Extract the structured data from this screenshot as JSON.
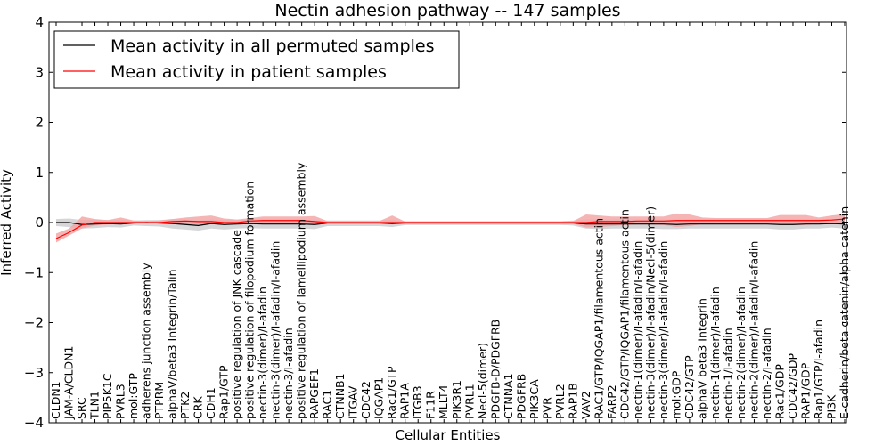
{
  "chart_data": {
    "type": "line",
    "title": "Nectin adhesion pathway -- 147 samples",
    "xlabel": "Cellular Entities",
    "ylabel": "Inferred Activity",
    "ylim": [
      -4,
      4
    ],
    "yticks": [
      -4,
      -3,
      -2,
      -1,
      0,
      1,
      2,
      3,
      4
    ],
    "ytick_labels": [
      "−4",
      "−3",
      "−2",
      "−1",
      "0",
      "1",
      "2",
      "3",
      "4"
    ],
    "grid": false,
    "legend_position": "top-left",
    "categories": [
      "CLDN1",
      "JAM-A/CLDN1",
      "SRC",
      "TLN1",
      "PIP5K1C",
      "PVRL3",
      "mol:GTP",
      "adherens junction assembly",
      "PTPRM",
      "alphaV/beta3 Integrin/Talin",
      "PTK2",
      "CRK",
      "CDH1",
      "Rap1/GTP",
      "positive regulation of JNK cascade",
      "positive regulation of filopodium formation",
      "nectin-3(dimer)/I-afadin",
      "nectin-3(dimer)/I-afadin/I-afadin",
      "nectin-3/I-afadin",
      "positive regulation of lamellipodium assembly",
      "RAPGEF1",
      "RAC1",
      "CTNNB1",
      "ITGAV",
      "CDC42",
      "IQGAP1",
      "Rac1/GTP",
      "RAP1A",
      "ITGB3",
      "F11R",
      "MLLT4",
      "PIK3R1",
      "PVRL1",
      "Necl-5(dimer)",
      "PDGFB-D/PDGFRB",
      "CTNNA1",
      "PDGFRB",
      "PIK3CA",
      "PVR",
      "PVRL2",
      "RAP1B",
      "VAV2",
      "RAC1/GTP/IQGAP1/filamentous actin",
      "FARP2",
      "CDC42/GTP/IQGAP1/filamentous actin",
      "nectin-1(dimer)/I-afadin/I-afadin",
      "nectin-3(dimer)/I-afadin/Necl-5(dimer)",
      "nectin-3(dimer)/I-afadin/I-afadin",
      "mol:GDP",
      "CDC42/GTP",
      "alphaV beta3 Integrin",
      "nectin-1(dimer)/I-afadin",
      "nectin-1/I-afadin",
      "nectin-2(dimer)/I-afadin",
      "nectin-2(dimer)/I-afadin/I-afadin",
      "nectin-2/I-afadin",
      "Rac1/GDP",
      "CDC42/GDP",
      "RAP1/GDP",
      "Rap1/GTP/I-afadin",
      "PI3K",
      "E-cadherin/beta catenin/alpha catenin"
    ],
    "series": [
      {
        "name": "Mean activity in all permuted samples",
        "color": "#000000",
        "band_color": "#c8c8cc",
        "values": [
          0.0,
          0.0,
          -0.04,
          -0.03,
          -0.02,
          -0.03,
          -0.01,
          0.0,
          -0.01,
          -0.02,
          -0.04,
          -0.06,
          -0.02,
          -0.04,
          -0.03,
          -0.02,
          -0.03,
          -0.03,
          -0.03,
          -0.03,
          -0.04,
          -0.01,
          -0.01,
          -0.01,
          -0.01,
          -0.01,
          -0.02,
          -0.01,
          -0.01,
          -0.01,
          -0.01,
          -0.01,
          -0.01,
          -0.01,
          -0.01,
          -0.01,
          -0.01,
          -0.01,
          -0.01,
          -0.01,
          -0.01,
          -0.03,
          -0.03,
          -0.03,
          -0.03,
          -0.03,
          -0.03,
          -0.03,
          -0.04,
          -0.03,
          -0.03,
          -0.03,
          -0.03,
          -0.03,
          -0.03,
          -0.03,
          -0.04,
          -0.04,
          -0.03,
          -0.03,
          -0.02,
          -0.03
        ],
        "lower": [
          -0.07,
          -0.09,
          -0.12,
          -0.11,
          -0.09,
          -0.1,
          -0.06,
          -0.07,
          -0.08,
          -0.12,
          -0.14,
          -0.16,
          -0.12,
          -0.14,
          -0.12,
          -0.11,
          -0.12,
          -0.12,
          -0.12,
          -0.12,
          -0.13,
          -0.07,
          -0.07,
          -0.07,
          -0.07,
          -0.07,
          -0.09,
          -0.05,
          -0.05,
          -0.05,
          -0.05,
          -0.05,
          -0.05,
          -0.05,
          -0.05,
          -0.05,
          -0.05,
          -0.05,
          -0.05,
          -0.05,
          -0.06,
          -0.12,
          -0.13,
          -0.12,
          -0.12,
          -0.12,
          -0.12,
          -0.13,
          -0.13,
          -0.12,
          -0.12,
          -0.12,
          -0.12,
          -0.12,
          -0.12,
          -0.12,
          -0.14,
          -0.14,
          -0.12,
          -0.12,
          -0.1,
          -0.12
        ],
        "upper": [
          0.07,
          0.08,
          0.05,
          0.06,
          0.05,
          0.05,
          0.04,
          0.05,
          0.05,
          0.07,
          0.06,
          0.04,
          0.06,
          0.05,
          0.05,
          0.06,
          0.06,
          0.06,
          0.06,
          0.06,
          0.05,
          0.04,
          0.04,
          0.04,
          0.04,
          0.04,
          0.05,
          0.03,
          0.03,
          0.03,
          0.03,
          0.03,
          0.03,
          0.03,
          0.03,
          0.03,
          0.03,
          0.03,
          0.03,
          0.03,
          0.04,
          0.06,
          0.06,
          0.06,
          0.06,
          0.06,
          0.06,
          0.06,
          0.05,
          0.06,
          0.06,
          0.06,
          0.06,
          0.06,
          0.06,
          0.06,
          0.06,
          0.06,
          0.06,
          0.06,
          0.06,
          0.06
        ]
      },
      {
        "name": "Mean activity in patient samples",
        "color": "#ff0000",
        "band_color": "#f4a3a3",
        "values": [
          -0.32,
          -0.2,
          -0.05,
          0.0,
          0.0,
          0.0,
          0.0,
          0.0,
          0.0,
          0.02,
          0.03,
          0.02,
          0.02,
          0.0,
          0.0,
          0.03,
          0.04,
          0.04,
          0.04,
          0.04,
          0.02,
          0.0,
          0.0,
          0.0,
          0.0,
          0.0,
          0.0,
          0.0,
          0.0,
          0.0,
          0.0,
          0.0,
          0.0,
          0.0,
          0.0,
          0.0,
          0.0,
          0.0,
          0.0,
          0.0,
          0.0,
          0.0,
          0.02,
          0.02,
          0.02,
          0.03,
          0.03,
          0.03,
          0.04,
          0.04,
          0.04,
          0.04,
          0.04,
          0.04,
          0.04,
          0.04,
          0.04,
          0.04,
          0.04,
          0.04,
          0.05,
          0.07
        ],
        "lower": [
          -0.4,
          -0.26,
          -0.12,
          -0.06,
          -0.04,
          -0.03,
          -0.02,
          -0.02,
          -0.02,
          -0.03,
          -0.03,
          -0.04,
          -0.03,
          -0.02,
          -0.02,
          -0.02,
          -0.03,
          -0.03,
          -0.03,
          -0.03,
          -0.04,
          -0.01,
          -0.01,
          -0.01,
          -0.01,
          -0.01,
          -0.04,
          -0.01,
          -0.01,
          -0.01,
          -0.01,
          -0.01,
          -0.01,
          -0.01,
          -0.01,
          -0.01,
          -0.01,
          -0.01,
          -0.01,
          -0.01,
          -0.02,
          -0.1,
          -0.09,
          -0.07,
          -0.05,
          -0.04,
          -0.04,
          -0.05,
          -0.09,
          -0.07,
          -0.03,
          -0.02,
          -0.02,
          -0.02,
          -0.02,
          -0.02,
          -0.05,
          -0.05,
          -0.05,
          -0.02,
          -0.02,
          -0.01
        ],
        "upper": [
          -0.22,
          -0.12,
          0.12,
          0.07,
          0.05,
          0.1,
          0.04,
          0.03,
          0.04,
          0.07,
          0.1,
          0.12,
          0.14,
          0.08,
          0.06,
          0.09,
          0.12,
          0.12,
          0.12,
          0.12,
          0.13,
          0.03,
          0.03,
          0.03,
          0.03,
          0.03,
          0.14,
          0.02,
          0.02,
          0.02,
          0.02,
          0.02,
          0.02,
          0.02,
          0.02,
          0.02,
          0.02,
          0.02,
          0.02,
          0.02,
          0.03,
          0.16,
          0.14,
          0.12,
          0.12,
          0.12,
          0.12,
          0.12,
          0.18,
          0.16,
          0.1,
          0.09,
          0.09,
          0.09,
          0.09,
          0.09,
          0.15,
          0.15,
          0.15,
          0.1,
          0.14,
          0.17
        ]
      }
    ]
  }
}
